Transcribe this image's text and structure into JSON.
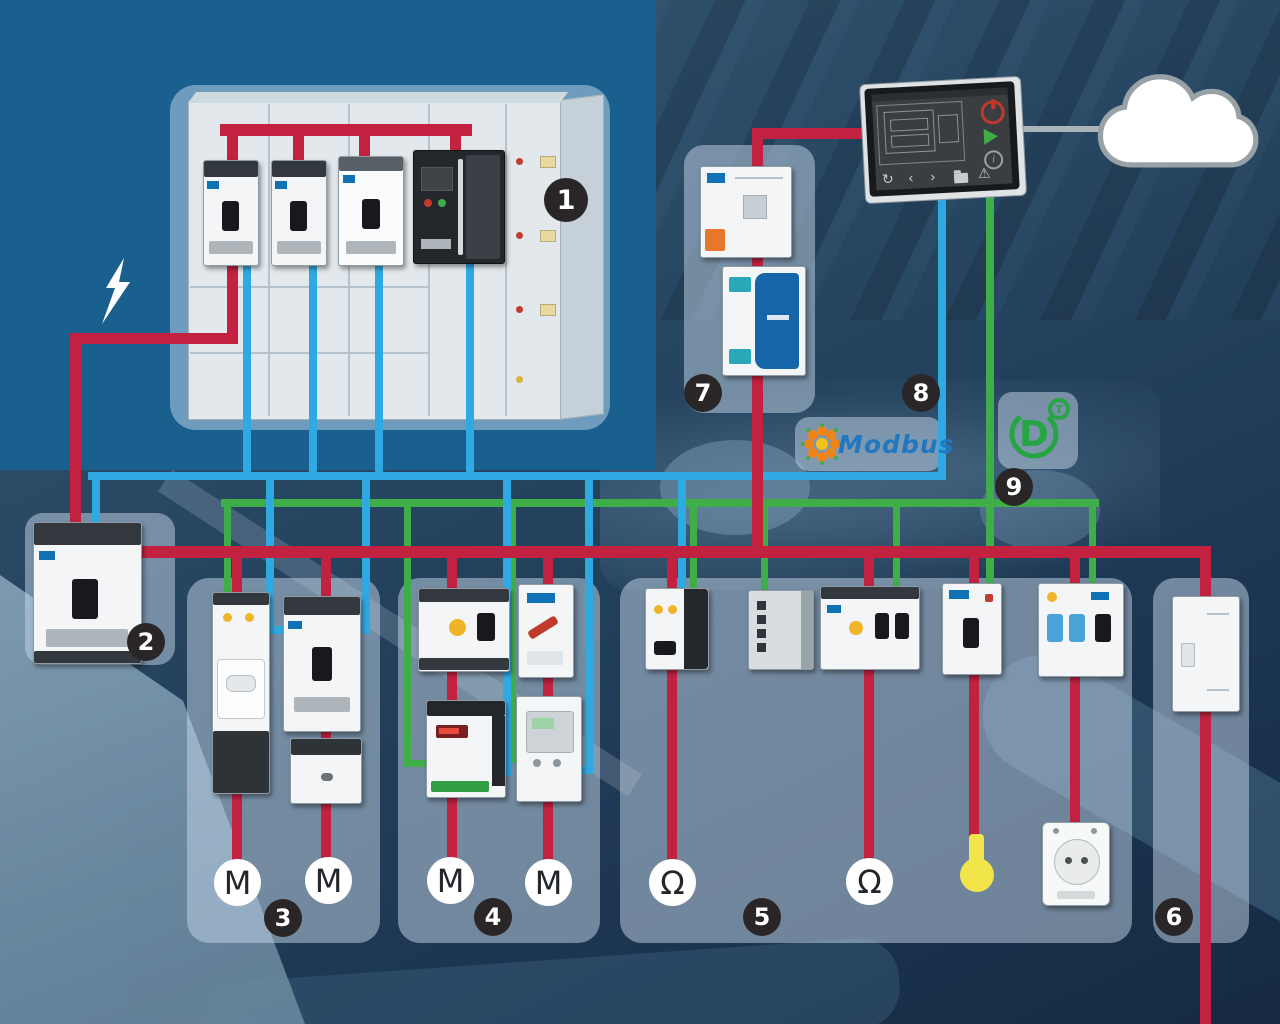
{
  "colors": {
    "power": "#c22240",
    "modbus": "#2fa9e1",
    "swd": "#3fae49",
    "cloudline": "#a9b3b8",
    "badge_bg": "#2a2627",
    "panel": "rgba(198,216,233,0.5)",
    "solid_bg": "#19608f"
  },
  "badges": [
    "1",
    "2",
    "3",
    "4",
    "5",
    "6",
    "7",
    "8",
    "9"
  ],
  "loads": {
    "motors": [
      "M",
      "M",
      "M",
      "M"
    ],
    "ohms": [
      "Ω",
      "Ω"
    ]
  },
  "logos": {
    "modbus": "Modbus",
    "swd_d": "D",
    "swd_t": "T"
  },
  "hmi": {
    "info": "i",
    "refresh": "↻",
    "back": "‹",
    "forward": "›",
    "warning": "⚠"
  }
}
